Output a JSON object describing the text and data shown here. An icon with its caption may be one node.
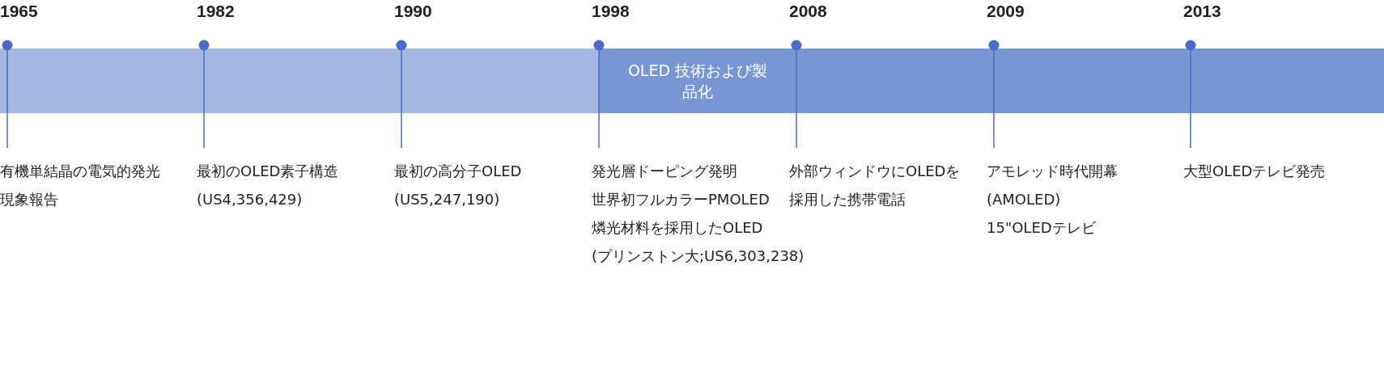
{
  "diagram": {
    "nodes": [
      {
        "text": [],
        "shape": "bar"
      },
      {
        "text": [
          "OLED 技術および製品化"
        ]
      }
    ],
    "edges": [],
    "labels": [
      "1965",
      "1982",
      "1990",
      "1998",
      "2008",
      "2009",
      "2013",
      "有機単結晶の電気的発光現象報告",
      "最初のOLED素子構造",
      "(US4,356,429)",
      "最初の高分子OLED",
      "(US5,247,190)",
      "発光層ドーピング発明",
      "世界初フルカラーPMOLED",
      "燐光材料を採用したOLED",
      "(プリンストン大;US6,303,238)",
      "外部ウィンドウにOLEDを採用した携帯電話",
      "アモレッド時代開幕",
      "(AMOLED)",
      "15\"OLEDテレビ",
      "大型OLEDテレビ発売"
    ]
  }
}
